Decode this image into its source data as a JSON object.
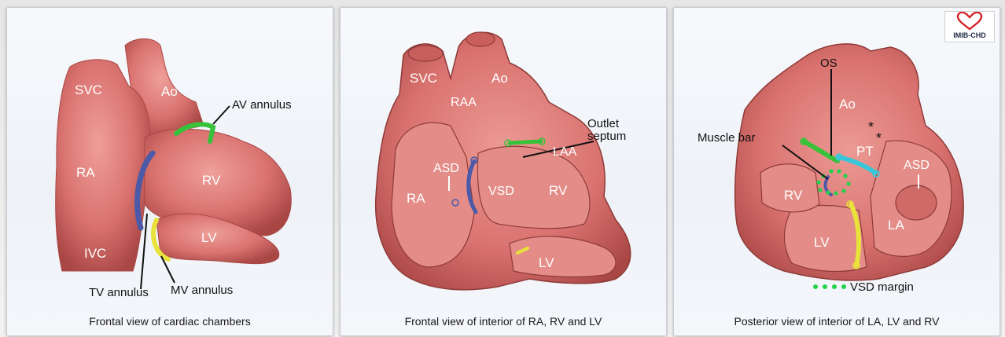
{
  "panels": [
    {
      "caption": "Frontal view of cardiac chambers",
      "labels": {
        "svc": "SVC",
        "ao": "Ao",
        "av_annulus": "AV annulus",
        "ra": "RA",
        "rv": "RV",
        "ivc": "IVC",
        "lv": "LV",
        "tv_annulus": "TV annulus",
        "mv_annulus": "MV annulus"
      }
    },
    {
      "caption": "Frontal view of interior of RA, RV and LV",
      "labels": {
        "svc": "SVC",
        "ao": "Ao",
        "raa": "RAA",
        "outlet_septum_1": "Outlet",
        "outlet_septum_2": "septum",
        "laa": "LAA",
        "asd": "ASD",
        "vsd": "VSD",
        "ra": "RA",
        "rv": "RV",
        "lv": "LV"
      }
    },
    {
      "caption": "Posterior view of interior of LA, LV and RV",
      "logo": "IMIB-CHD",
      "labels": {
        "os": "OS",
        "ao": "Ao",
        "muscle_bar": "Muscle bar",
        "star": "*",
        "pt": "PT",
        "asd": "ASD",
        "rv": "RV",
        "la": "LA",
        "lv": "LV",
        "vsd_margin": "VSD margin"
      }
    }
  ],
  "colors": {
    "tissue": "#d9726f",
    "tissue_dark": "#b9504e",
    "tissue_light": "#ec9a94",
    "tv_annulus": "#4a5aa8",
    "mv_annulus": "#e8e23a",
    "av_annulus": "#37c23a",
    "pulm_annulus": "#38c7d9",
    "vsd_dots": "#22d24a",
    "logo_heart": "#d6242b"
  }
}
